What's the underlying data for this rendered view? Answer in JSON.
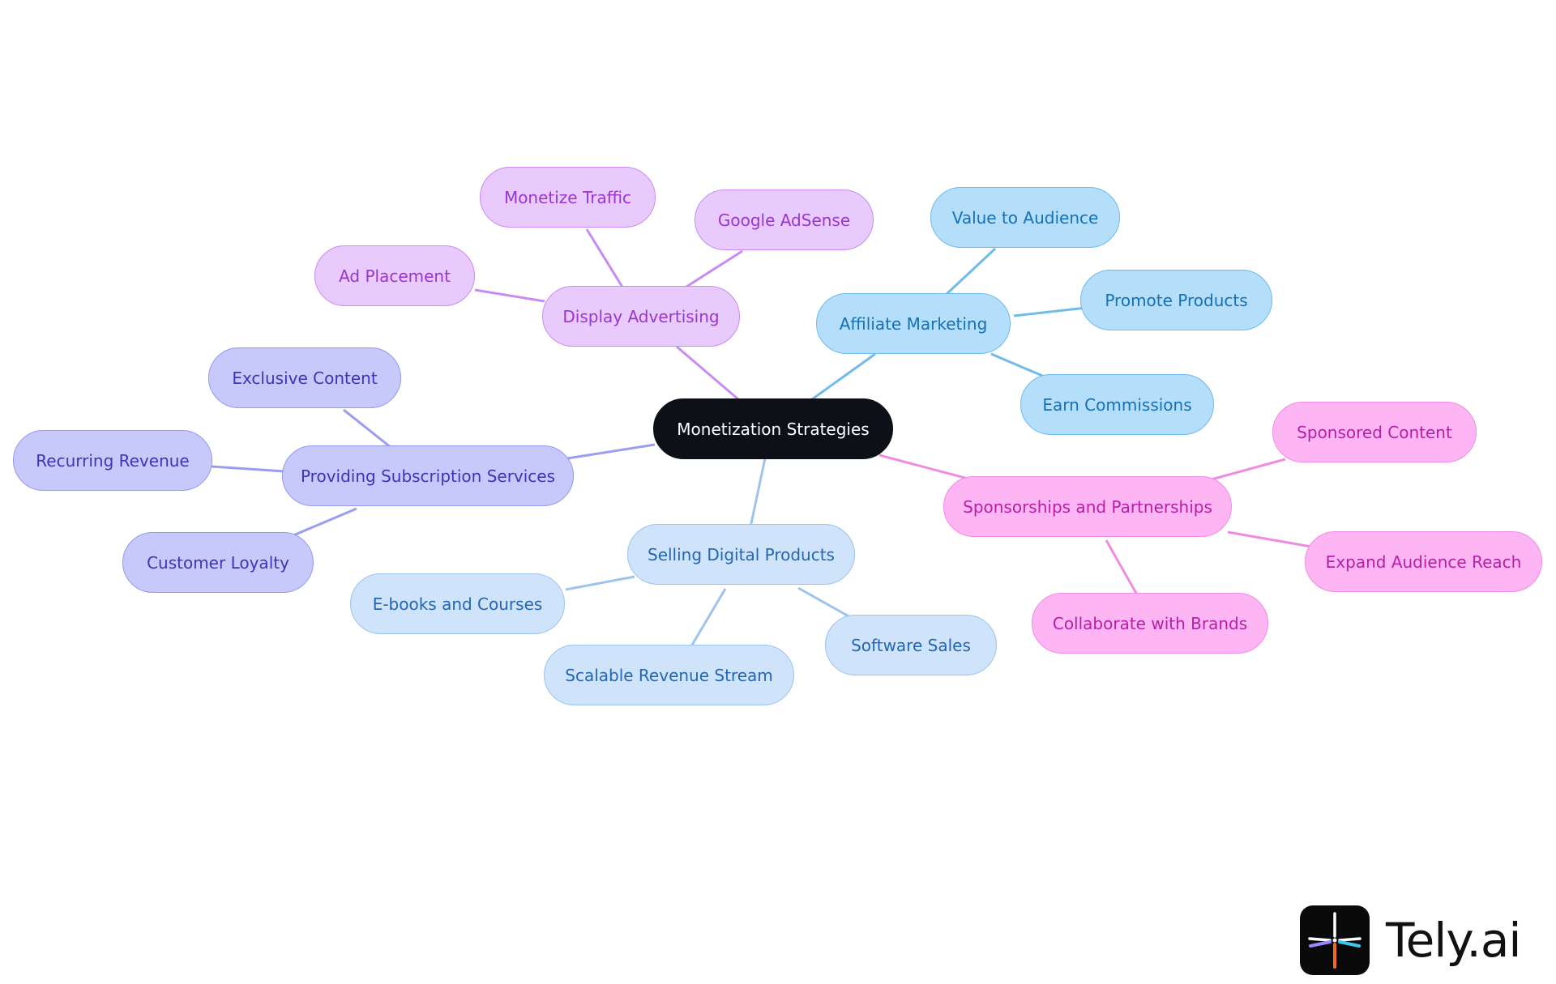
{
  "diagram": {
    "center": {
      "label": "Monetization Strategies",
      "colors": {
        "fill": "#0d1117",
        "text": "#ffffff"
      }
    },
    "branches": [
      {
        "label": "Display Advertising",
        "colors": {
          "fill": "#e8cbfc",
          "border": "#c98af4",
          "text": "#9a35cf",
          "edge": "#c88bf2"
        },
        "children": [
          "Monetize Traffic",
          "Google AdSense",
          "Ad Placement"
        ]
      },
      {
        "label": "Affiliate Marketing",
        "colors": {
          "fill": "#b5defb",
          "border": "#6dbbee",
          "text": "#1570b4",
          "edge": "#6fbce9"
        },
        "children": [
          "Value to Audience",
          "Promote Products",
          "Earn Commissions"
        ]
      },
      {
        "label": "Providing Subscription Services",
        "colors": {
          "fill": "#c7c9fb",
          "border": "#9599ef",
          "text": "#3b36b8",
          "edge": "#9a9df0"
        },
        "children": [
          "Exclusive Content",
          "Recurring Revenue",
          "Customer Loyalty"
        ]
      },
      {
        "label": "Selling Digital Products",
        "colors": {
          "fill": "#cfe3fb",
          "border": "#9cc3ef",
          "text": "#2366b3",
          "edge": "#9ec3ec"
        },
        "children": [
          "E-books and Courses",
          "Scalable Revenue Stream",
          "Software Sales"
        ]
      },
      {
        "label": "Sponsorships and Partnerships",
        "colors": {
          "fill": "#fdb5f4",
          "border": "#f28be3",
          "text": "#b61fa5",
          "edge": "#ef8ce0"
        },
        "children": [
          "Sponsored Content",
          "Expand Audience Reach",
          "Collaborate with Brands"
        ]
      }
    ]
  },
  "brand": {
    "name": "Tely.ai",
    "logo_icon": "tely-spark-icon"
  }
}
